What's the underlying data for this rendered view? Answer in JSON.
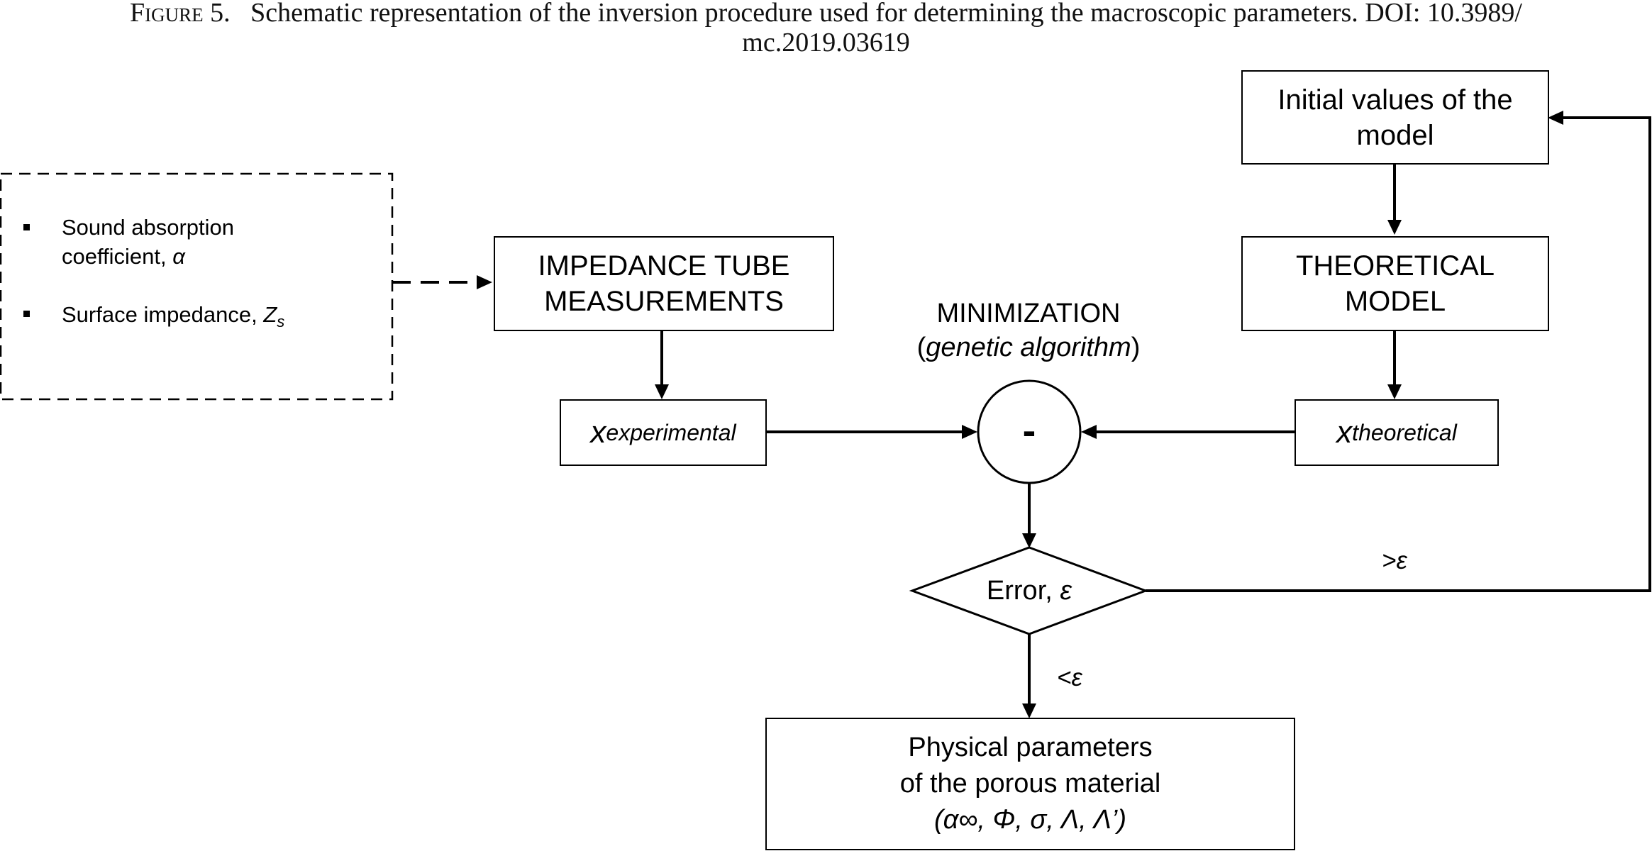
{
  "caption": {
    "figure_label": "Figure 5.",
    "line1": "Schematic representation of the inversion procedure used for determining the macroscopic parameters.  DOI: 10.3989/",
    "line2": "mc.2019.03619"
  },
  "inputs_panel": {
    "items": [
      {
        "text": "Sound absorption",
        "text2": "coefficient, ",
        "symbol": "α"
      },
      {
        "text": "Surface impedance, ",
        "symbol": "Z",
        "sub": "s"
      }
    ]
  },
  "impedance_box": {
    "line1": "IMPEDANCE TUBE",
    "line2": "MEASUREMENTS"
  },
  "initial_box": {
    "line1": "Initial values  of the",
    "line2": "model"
  },
  "theoretical_box": {
    "line1": "THEORETICAL",
    "line2": "MODEL"
  },
  "x_exp": {
    "base": "x",
    "sub": "experimental"
  },
  "x_theo": {
    "base": "x",
    "sub": "theoretical"
  },
  "minimization": {
    "title": "MINIMIZATION",
    "paren_open": "(",
    "subtitle": "genetic algorithm",
    "paren_close": ")"
  },
  "minus_symbol": "-",
  "decision": {
    "label": "Error, ",
    "symbol": "ε"
  },
  "greater_label": ">ε",
  "less_label": "<ε",
  "result_box": {
    "line1": "Physical parameters",
    "line2": "of the porous material",
    "line3": "(α∞, Φ, σ, Λ, Λ’)"
  }
}
